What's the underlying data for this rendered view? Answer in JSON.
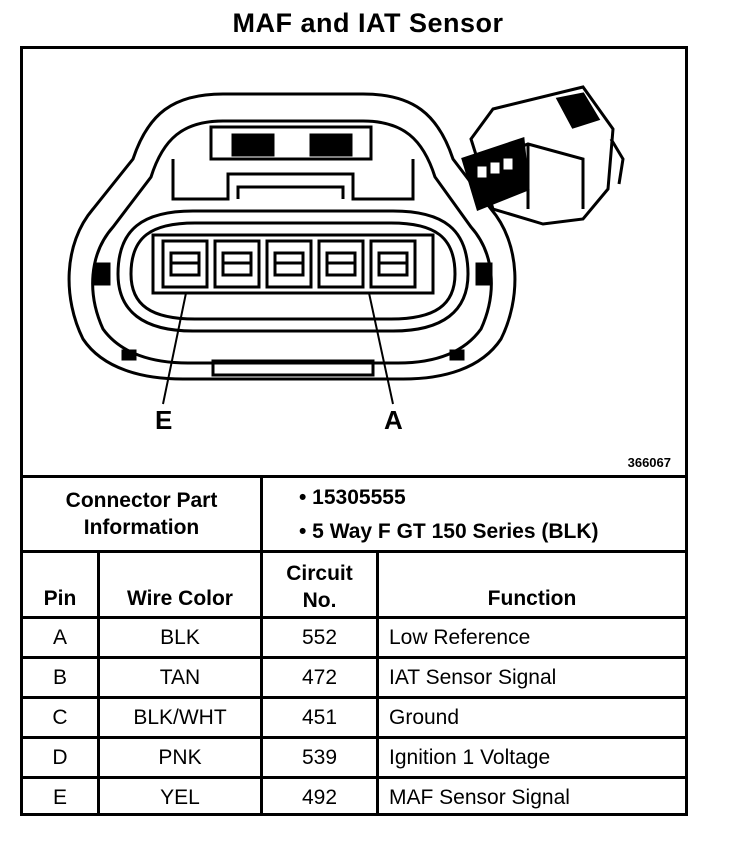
{
  "title": "MAF and IAT Sensor",
  "figure_id": "366067",
  "pin_labels": {
    "left": "E",
    "right": "A"
  },
  "connector_info": {
    "label_line1": "Connector Part",
    "label_line2": "Information",
    "items": [
      "• 15305555",
      "• 5 Way F GT 150 Series (BLK)"
    ]
  },
  "table": {
    "headers": {
      "pin": "Pin",
      "wire_color": "Wire Color",
      "circuit_line1": "Circuit",
      "circuit_line2": "No.",
      "function": "Function"
    },
    "rows": [
      {
        "pin": "A",
        "wire_color": "BLK",
        "circuit": "552",
        "function": "Low Reference"
      },
      {
        "pin": "B",
        "wire_color": "TAN",
        "circuit": "472",
        "function": "IAT Sensor Signal"
      },
      {
        "pin": "C",
        "wire_color": "BLK/WHT",
        "circuit": "451",
        "function": "Ground"
      },
      {
        "pin": "D",
        "wire_color": "PNK",
        "circuit": "539",
        "function": "Ignition 1 Voltage"
      },
      {
        "pin": "E",
        "wire_color": "YEL",
        "circuit": "492",
        "function": "MAF Sensor Signal"
      }
    ]
  }
}
